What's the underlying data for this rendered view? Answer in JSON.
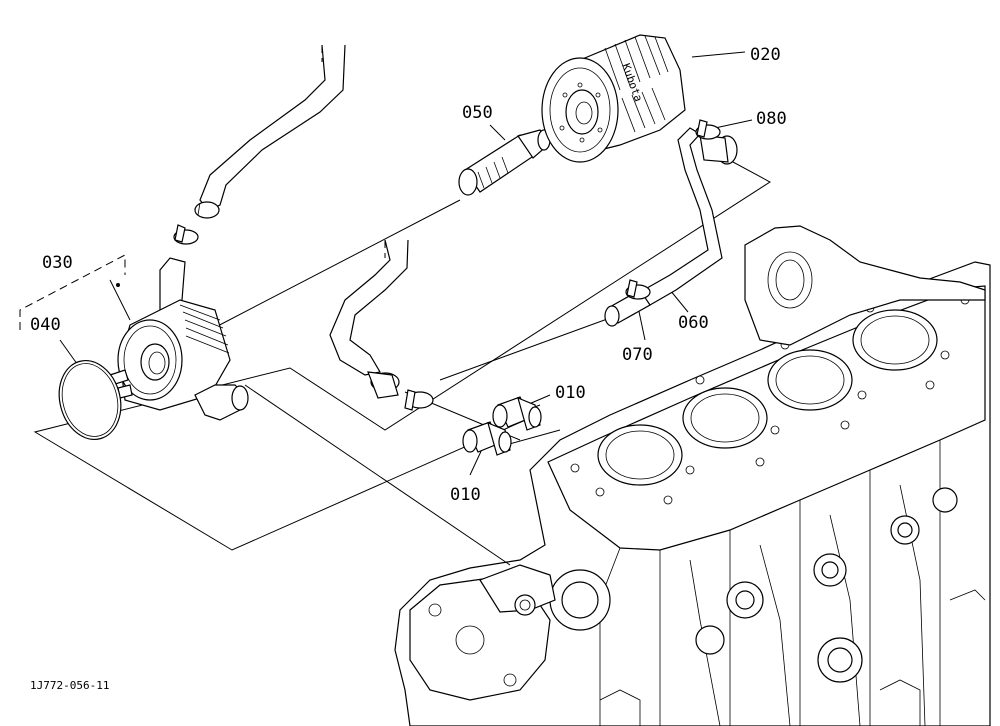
{
  "diagram": {
    "labels": {
      "p010_top": "010",
      "p010_bottom": "010",
      "p020": "020",
      "p030": "030",
      "p040": "040",
      "p050": "050",
      "p060": "060",
      "p070": "070",
      "p080": "080"
    },
    "drawing_code": "1J772-056-11",
    "filter_brand": "Kubota"
  }
}
